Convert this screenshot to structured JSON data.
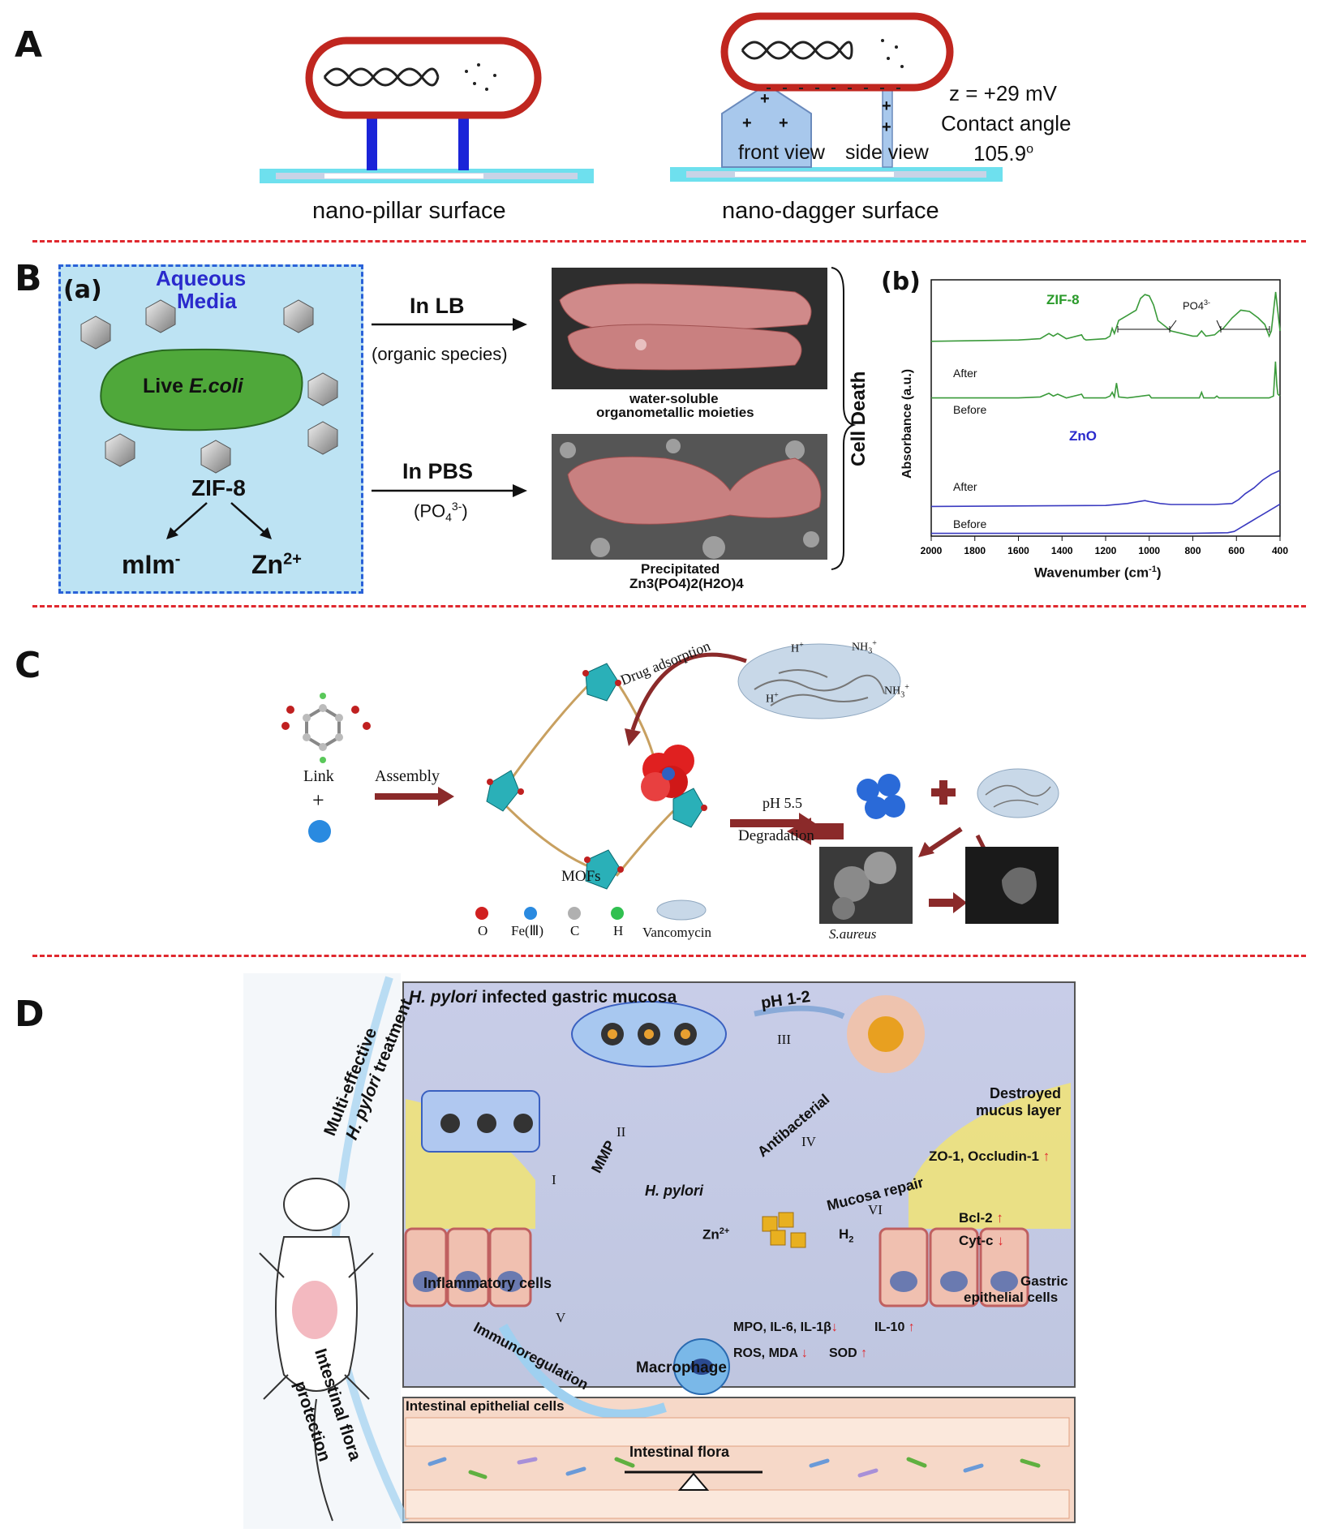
{
  "panels": {
    "a": "A",
    "b": "B",
    "c": "C",
    "d": "D"
  },
  "panel_a": {
    "left_caption": "nano-pillar surface",
    "right_caption": "nano-dagger surface",
    "front_view": "front view",
    "side_view": "side view",
    "zeta": "z = +29 mV",
    "contact_angle_label": "Contact angle",
    "contact_angle_value": "105.9",
    "contact_angle_unit": "o"
  },
  "panel_b": {
    "sub_a": "(a)",
    "aqueous": "Aqueous",
    "media": "Media",
    "live": "Live",
    "ecoli": "E.coli",
    "zif8": "ZIF-8",
    "mim": "mIm",
    "mim_sup": "-",
    "zn": "Zn",
    "zn_sup": "2+",
    "in_lb": "In LB",
    "organic": "(organic species)",
    "in_pbs": "In PBS",
    "po4_open": "(PO",
    "po4_sub": "4",
    "po4_sup": "3-",
    "po4_close": ")",
    "ws1": "water-soluble",
    "ws2": "organometallic moieties",
    "precip1": "Precipitated",
    "precip2": "Zn3(PO4)2(H2O)4",
    "cell_death": "Cell Death",
    "sub_b": "(b)"
  },
  "chart_data": {
    "type": "line",
    "xlabel": "Wavenumber (cm",
    "xlabel_sup": "-1",
    "xlabel_close": ")",
    "ylabel": "Absorbance (a.u.)",
    "x_ticks": [
      "2000",
      "1800",
      "1600",
      "1400",
      "1200",
      "1000",
      "800",
      "600",
      "400"
    ],
    "xlim": [
      2000,
      400
    ],
    "x_reversed": true,
    "group_labels": {
      "zif8": "ZIF-8",
      "zno": "ZnO",
      "po4": "PO4",
      "po4_sup": "3-"
    },
    "series": [
      {
        "name": "After",
        "group": "ZIF-8",
        "color": "#3a9a3a",
        "x": [
          2000,
          1600,
          1500,
          1460,
          1440,
          1420,
          1380,
          1310,
          1300,
          1290,
          1200,
          1180,
          1170,
          1160,
          1140,
          1100,
          1060,
          1040,
          1020,
          1000,
          980,
          960,
          900,
          800,
          780,
          760,
          740,
          700,
          680,
          660,
          620,
          580,
          540,
          500,
          470,
          450,
          440,
          420,
          410,
          400
        ],
        "values": [
          0.62,
          0.63,
          0.64,
          0.68,
          0.66,
          0.68,
          0.64,
          0.67,
          0.64,
          0.63,
          0.64,
          0.66,
          0.72,
          0.68,
          0.78,
          0.82,
          0.86,
          0.95,
          0.98,
          0.97,
          0.9,
          0.78,
          0.7,
          0.66,
          0.66,
          0.7,
          0.66,
          0.67,
          0.7,
          0.72,
          0.8,
          0.86,
          0.85,
          0.8,
          0.75,
          0.66,
          0.7,
          1.0,
          0.85,
          0.7
        ]
      },
      {
        "name": "Before",
        "group": "ZIF-8",
        "color": "#3a9a3a",
        "x": [
          2000,
          1600,
          1500,
          1470,
          1460,
          1440,
          1420,
          1380,
          1310,
          1300,
          1290,
          1200,
          1180,
          1170,
          1160,
          1150,
          1140,
          1100,
          1000,
          990,
          980,
          900,
          800,
          770,
          760,
          750,
          700,
          690,
          680,
          600,
          500,
          450,
          430,
          421,
          415,
          410,
          400
        ],
        "values": [
          0.56,
          0.56,
          0.57,
          0.6,
          0.61,
          0.58,
          0.6,
          0.56,
          0.6,
          0.56,
          0.56,
          0.56,
          0.58,
          0.62,
          0.57,
          0.72,
          0.57,
          0.56,
          0.59,
          0.56,
          0.56,
          0.56,
          0.56,
          0.56,
          0.62,
          0.56,
          0.56,
          0.58,
          0.56,
          0.56,
          0.56,
          0.56,
          0.58,
          0.95,
          0.7,
          0.6,
          0.58
        ]
      },
      {
        "name": "After",
        "group": "ZnO",
        "color": "#3a3ac0",
        "x": [
          2000,
          1200,
          1100,
          1050,
          1020,
          1000,
          950,
          900,
          800,
          700,
          620,
          590,
          560,
          520,
          480,
          440,
          400
        ],
        "values": [
          0.13,
          0.14,
          0.16,
          0.18,
          0.19,
          0.18,
          0.16,
          0.15,
          0.15,
          0.15,
          0.16,
          0.2,
          0.26,
          0.32,
          0.4,
          0.46,
          0.5
        ]
      },
      {
        "name": "Before",
        "group": "ZnO",
        "color": "#3a3ac0",
        "x": [
          2000,
          1200,
          800,
          640,
          610,
          580,
          540,
          500,
          460,
          420,
          400
        ],
        "values": [
          0.03,
          0.03,
          0.03,
          0.04,
          0.06,
          0.12,
          0.2,
          0.28,
          0.36,
          0.44,
          0.48
        ]
      }
    ]
  },
  "panel_c": {
    "drug_adsorption": "Drug adsorption",
    "h1": "H",
    "nh3_1": "NH",
    "h2": "H",
    "nh3_2": "NH",
    "link": "Link",
    "plus": "+",
    "assembly": "Assembly",
    "mofs": "MOFs",
    "ph": "pH 5.5",
    "degradation": "Degradation",
    "saureus": "S.aureus",
    "legend": [
      "O",
      "Fe(Ⅲ)",
      "C",
      "H",
      "Vancomycin"
    ]
  },
  "panel_d": {
    "title_italic": "H. pylori",
    "title_rest": "infected gastric mucosa",
    "multi1": "Multi-effective",
    "multi2_italic": "H. pylori",
    "multi2_rest": "treatment",
    "intestinal1": "Intestinal flora",
    "intestinal2": "protection",
    "ph12": "pH 1-2",
    "r3": "III",
    "r2": "II",
    "r1": "I",
    "r4": "IV",
    "r5": "V",
    "r6": "VI",
    "mmp": "MMP",
    "antibacterial": "Antibacterial",
    "hpylori": "H. pylori",
    "zn2": "Zn",
    "zn2_sup": "2+",
    "h2": "H",
    "h2_sub": "2",
    "mucosa_repair": "Mucosa repair",
    "destroyed1": "Destroyed",
    "destroyed2": "mucus layer",
    "zo1": "ZO-1, Occludin-1",
    "bcl2": "Bcl-2",
    "cytc": "Cyt-c",
    "gastric1": "Gastric",
    "gastric2": "epithelial cells",
    "inflammatory": "Inflammatory cells",
    "immunoregulation": "Immunoregulation",
    "macrophage": "Macrophage",
    "mpo": "MPO, IL-6, IL-1β",
    "il10": "IL-10",
    "ros": "ROS, MDA",
    "sod": "SOD",
    "intestinal_epi": "Intestinal epithelial cells",
    "intestinal_flora": "Intestinal flora"
  },
  "colors": {
    "divider": "#e0282e",
    "accent_red": "#e0282e",
    "green_text": "#2a9a2a",
    "blue_text": "#2a2acc",
    "arrow_dark_red": "#8b2a2a"
  }
}
